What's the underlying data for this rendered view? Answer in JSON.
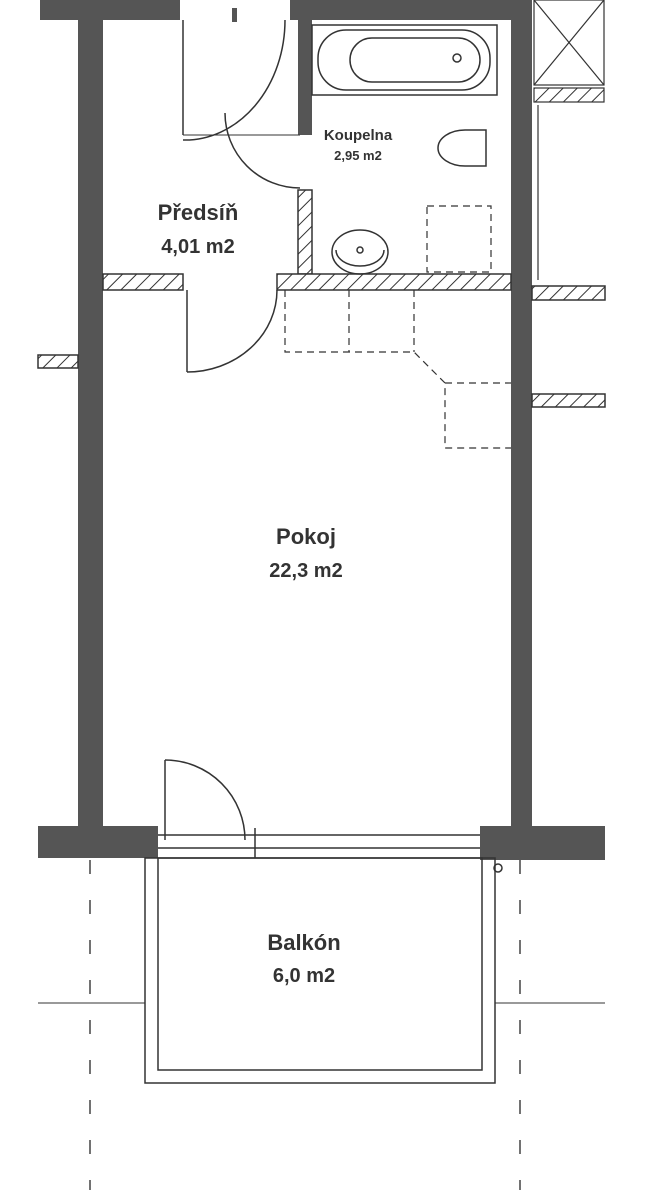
{
  "rooms": [
    {
      "name": "Předsíň",
      "area": "4,01 m2"
    },
    {
      "name": "Koupelna",
      "area": "2,95 m2"
    },
    {
      "name": "Pokoj",
      "area": "22,3 m2"
    },
    {
      "name": "Balkón",
      "area": "6,0 m2"
    }
  ],
  "colors": {
    "wall": "#555555",
    "line": "#333333",
    "background": "#ffffff"
  }
}
